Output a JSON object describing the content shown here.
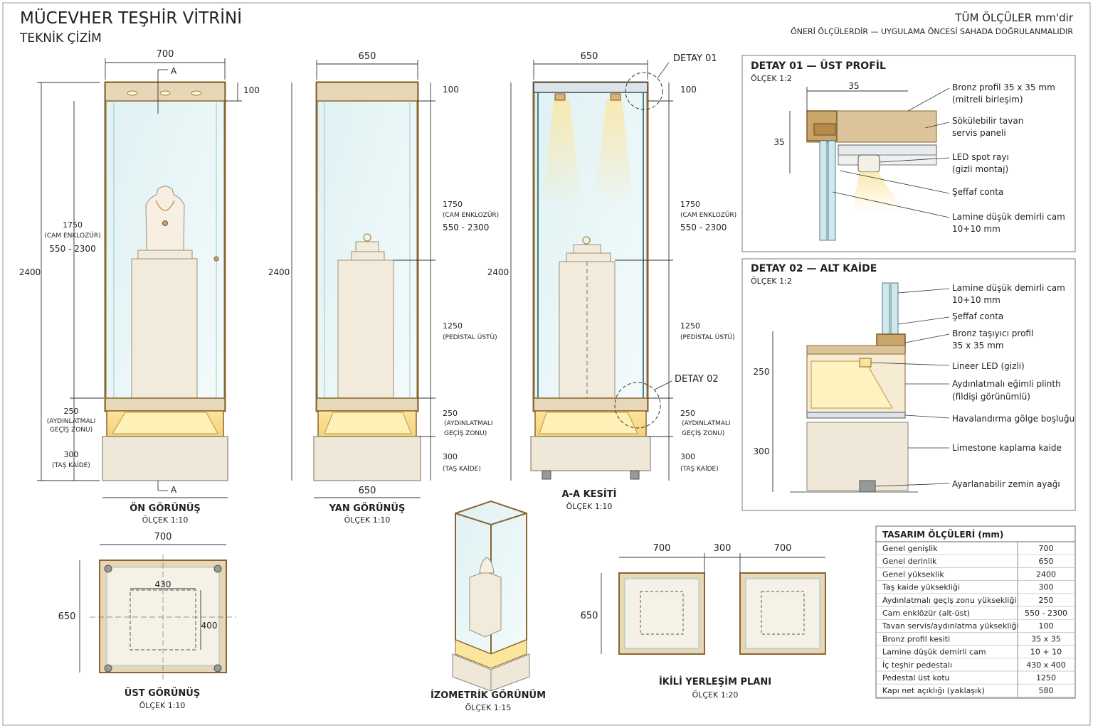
{
  "header": {
    "title": "MÜCEVHER TEŞHİR VİTRİNİ",
    "subtitle": "TEKNİK ÇİZİM",
    "units_note": "TÜM ÖLÇÜLER mm'dir",
    "proposal_note": "ÖNERİ ÖLÇÜLERDİR — UYGULAMA ÖNCESİ SAHADA DOĞRULANMALIDIR"
  },
  "front": {
    "width_dim": "700",
    "section_mark": "A",
    "height_total": "2400",
    "top_zone": "100",
    "glass_height": "1750",
    "glass_note": "(CAM ENKLOZÜR)",
    "glass_range": "550 - 2300",
    "light_zone": "250",
    "light_note_1": "(AYDINLATMALI",
    "light_note_2": "GEÇİŞ ZONU)",
    "base": "300",
    "base_note": "(TAŞ KAİDE)",
    "title": "ÖN GÖRÜNÜŞ",
    "scale": "ÖLÇEK 1:10"
  },
  "side": {
    "width_dim": "650",
    "height_total": "2400",
    "top_zone": "100",
    "glass_height": "1750",
    "glass_note": "(CAM ENKLOZÜR)",
    "glass_range": "550 - 2300",
    "pedestal_top": "1250",
    "pedestal_note": "(PEDİSTAL ÜSTÜ)",
    "light_zone": "250",
    "light_note_1": "(AYDINLATMALI",
    "light_note_2": "GEÇİŞ ZONU)",
    "base": "300",
    "base_note": "(TAŞ KAİDE)",
    "bottom_dim": "650",
    "title": "YAN GÖRÜNÜŞ",
    "scale": "ÖLÇEK 1:10"
  },
  "section": {
    "width_dim": "650",
    "height_total": "2400",
    "detail1": "DETAY 01",
    "detail2": "DETAY 02",
    "top_zone": "100",
    "glass_height": "1750",
    "glass_note": "(CAM ENKLOZÜR)",
    "glass_range": "550 - 2300",
    "pedestal_top": "1250",
    "pedestal_note": "(PEDİSTAL ÜSTÜ)",
    "light_zone": "250",
    "light_note_1": "(AYDINLATMALI",
    "light_note_2": "GEÇİŞ ZONU)",
    "base": "300",
    "base_note": "(TAŞ KAİDE)",
    "title": "A-A KESİTİ",
    "scale": "ÖLÇEK 1:10"
  },
  "detail01": {
    "title": "DETAY 01 — ÜST PROFİL",
    "scale": "ÖLÇEK 1:2",
    "dim_w": "35",
    "dim_h": "35",
    "labels": [
      "Bronz profil 35 x 35 mm",
      "(mitreli birleşim)",
      "Sökülebilir tavan",
      "servis paneli",
      "LED spot rayı",
      "(gizli montaj)",
      "Şeffaf conta",
      "Lamine düşük demirli cam",
      "10+10 mm"
    ]
  },
  "detail02": {
    "title": "DETAY 02 — ALT KAİDE",
    "scale": "ÖLÇEK 1:2",
    "dim_a": "250",
    "dim_b": "300",
    "labels": [
      "Lamine düşük demirli cam",
      "10+10 mm",
      "Şeffaf conta",
      "Bronz taşıyıcı profil",
      "35 x 35 mm",
      "Lineer LED (gizli)",
      "Aydınlatmalı eğimli plinth",
      "(fildişi görünümlü)",
      "Havalandırma gölge boşluğu",
      "Limestone kaplama kaide",
      "Ayarlanabilir zemin ayağı"
    ]
  },
  "top_view": {
    "width_dim": "700",
    "depth_dim": "650",
    "inner_w": "430",
    "inner_d": "400",
    "title": "ÜST GÖRÜNÜŞ",
    "scale": "ÖLÇEK 1:10"
  },
  "iso": {
    "title": "İZOMETRİK GÖRÜNÜM",
    "scale": "ÖLÇEK 1:15"
  },
  "plan": {
    "dim_a": "700",
    "dim_gap": "300",
    "dim_b": "700",
    "depth": "650",
    "title": "İKİLİ YERLEŞİM PLANI",
    "scale": "ÖLÇEK 1:20"
  },
  "table": {
    "title": "TASARIM ÖLÇÜLERİ (mm)",
    "rows": [
      {
        "label": "Genel genişlik",
        "value": "700"
      },
      {
        "label": "Genel derinlik",
        "value": "650"
      },
      {
        "label": "Genel yükseklik",
        "value": "2400"
      },
      {
        "label": "Taş kaide yüksekliği",
        "value": "300"
      },
      {
        "label": "Aydınlatmalı geçiş zonu yüksekliği",
        "value": "250"
      },
      {
        "label": "Cam enklözür (alt-üst)",
        "value": "550 - 2300"
      },
      {
        "label": "Tavan servis/aydınlatma yüksekliği",
        "value": "100"
      },
      {
        "label": "Bronz profil kesiti",
        "value": "35 x 35"
      },
      {
        "label": "Lamine düşük demirli cam",
        "value": "10 + 10"
      },
      {
        "label": "İç teşhir pedestalı",
        "value": "430 x 400"
      },
      {
        "label": "Pedestal üst kotu",
        "value": "1250"
      },
      {
        "label": "Kapı net açıklığı (yaklaşık)",
        "value": "580"
      }
    ]
  }
}
